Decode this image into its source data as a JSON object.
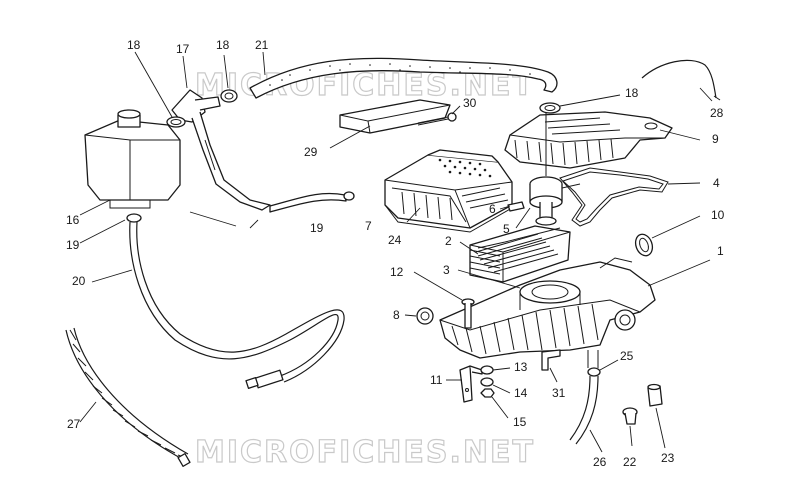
{
  "watermarks": [
    "MICROFICHES.NET",
    "MICROFICHES.NET"
  ],
  "callouts": [
    "1",
    "2",
    "3",
    "4",
    "5",
    "6",
    "7",
    "8",
    "9",
    "10",
    "11",
    "12",
    "13",
    "14",
    "15",
    "16",
    "17",
    "18",
    "18",
    "18",
    "19",
    "19",
    "20",
    "21",
    "22",
    "23",
    "24",
    "25",
    "26",
    "27",
    "28",
    "29",
    "30",
    "31"
  ]
}
